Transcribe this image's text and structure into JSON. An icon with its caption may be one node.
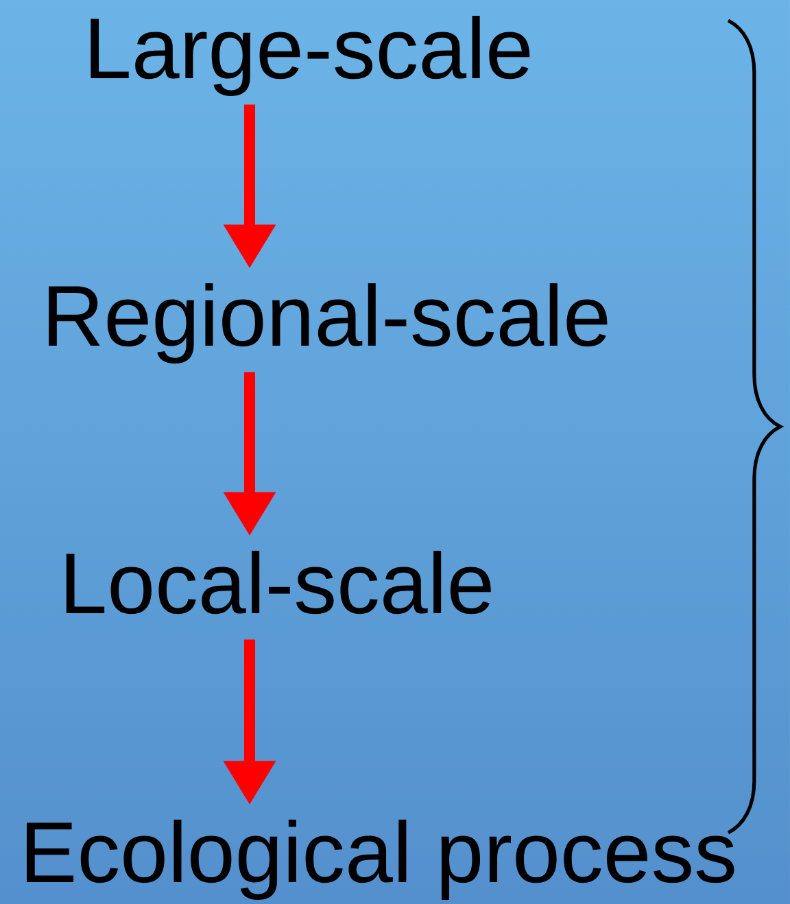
{
  "diagram": {
    "nodes": [
      {
        "text": [
          "Large-scale"
        ]
      },
      {
        "text": [
          "Regional-scale"
        ]
      },
      {
        "text": [
          "Local-scale"
        ]
      },
      {
        "text": [
          "Ecological process"
        ]
      }
    ],
    "edges": [
      {
        "from": 0,
        "to": 1,
        "arrow": "to",
        "color": "#ff0000"
      },
      {
        "from": 1,
        "to": 2,
        "arrow": "to",
        "color": "#ff0000"
      },
      {
        "from": 2,
        "to": 3,
        "arrow": "to",
        "color": "#ff0000"
      }
    ]
  }
}
